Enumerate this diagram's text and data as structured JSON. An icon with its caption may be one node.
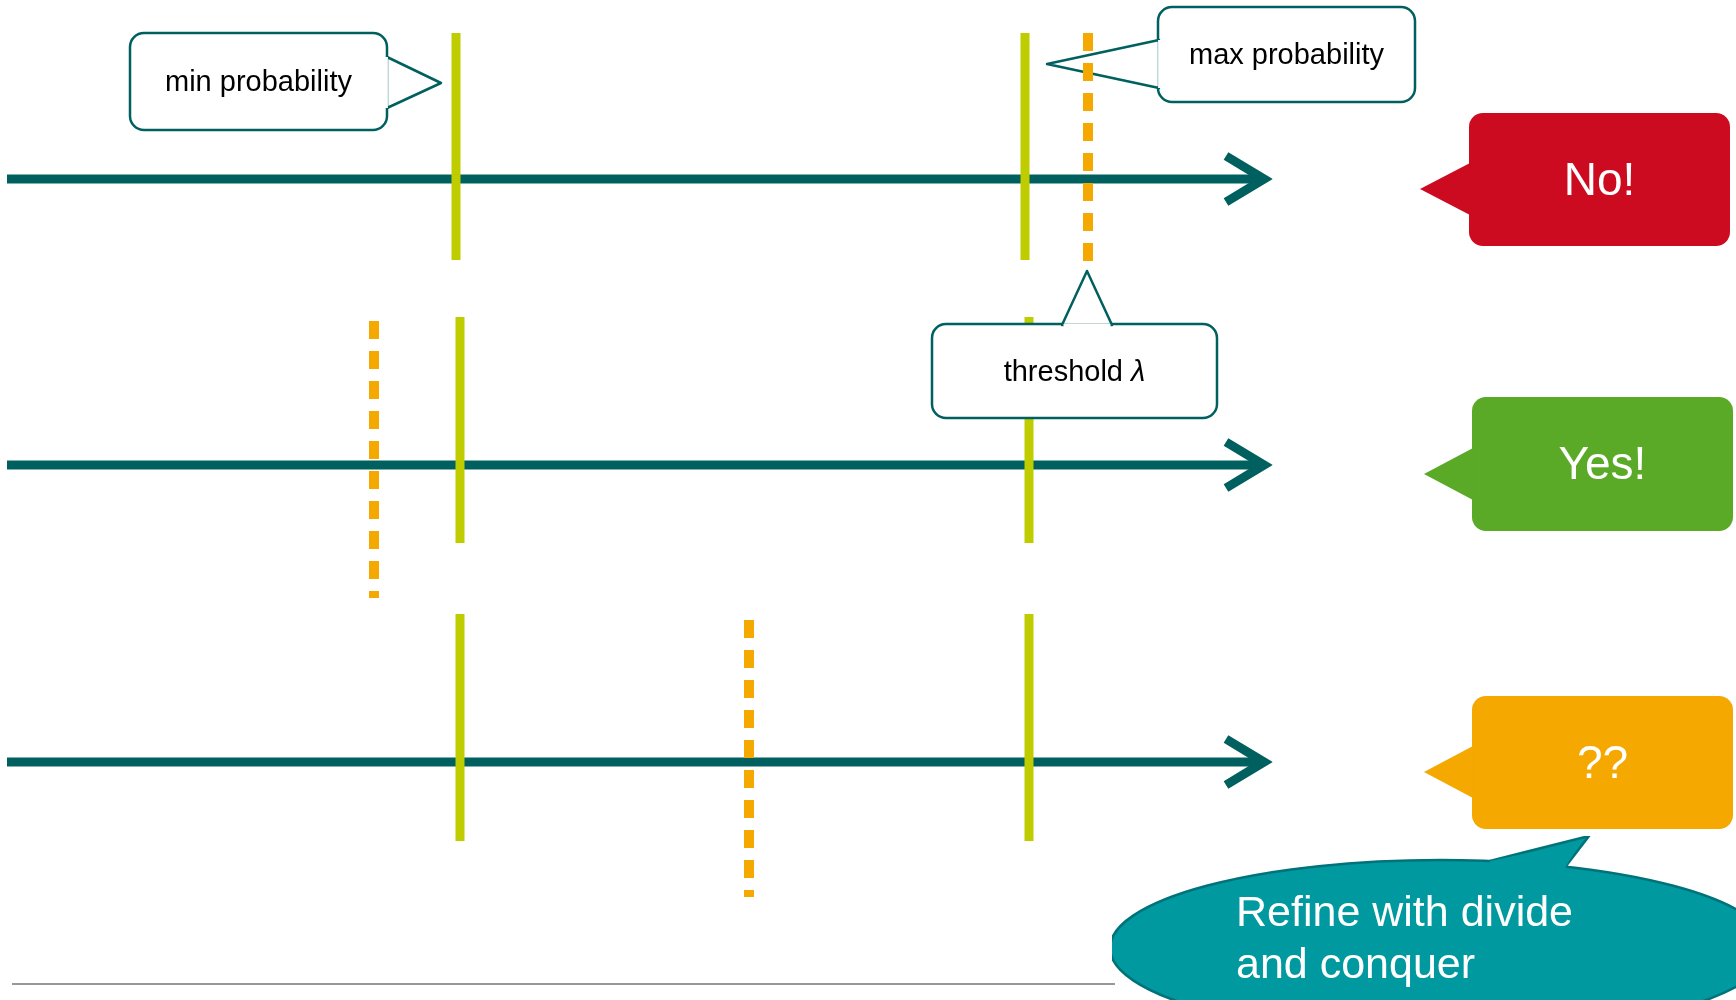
{
  "diagram": {
    "nodes": [
      {
        "text": [
          "min probability"
        ]
      },
      {
        "text": [
          "max probability"
        ]
      },
      {
        "text": [
          "threshold *λ*"
        ]
      },
      {
        "text": [
          "No!"
        ]
      },
      {
        "text": [
          "Yes!"
        ]
      },
      {
        "text": [
          "??"
        ]
      },
      {
        "text": [
          "Refine with divide and conquer"
        ]
      },
      {
        "text": [],
        "shape": "bar"
      }
    ]
  }
}
